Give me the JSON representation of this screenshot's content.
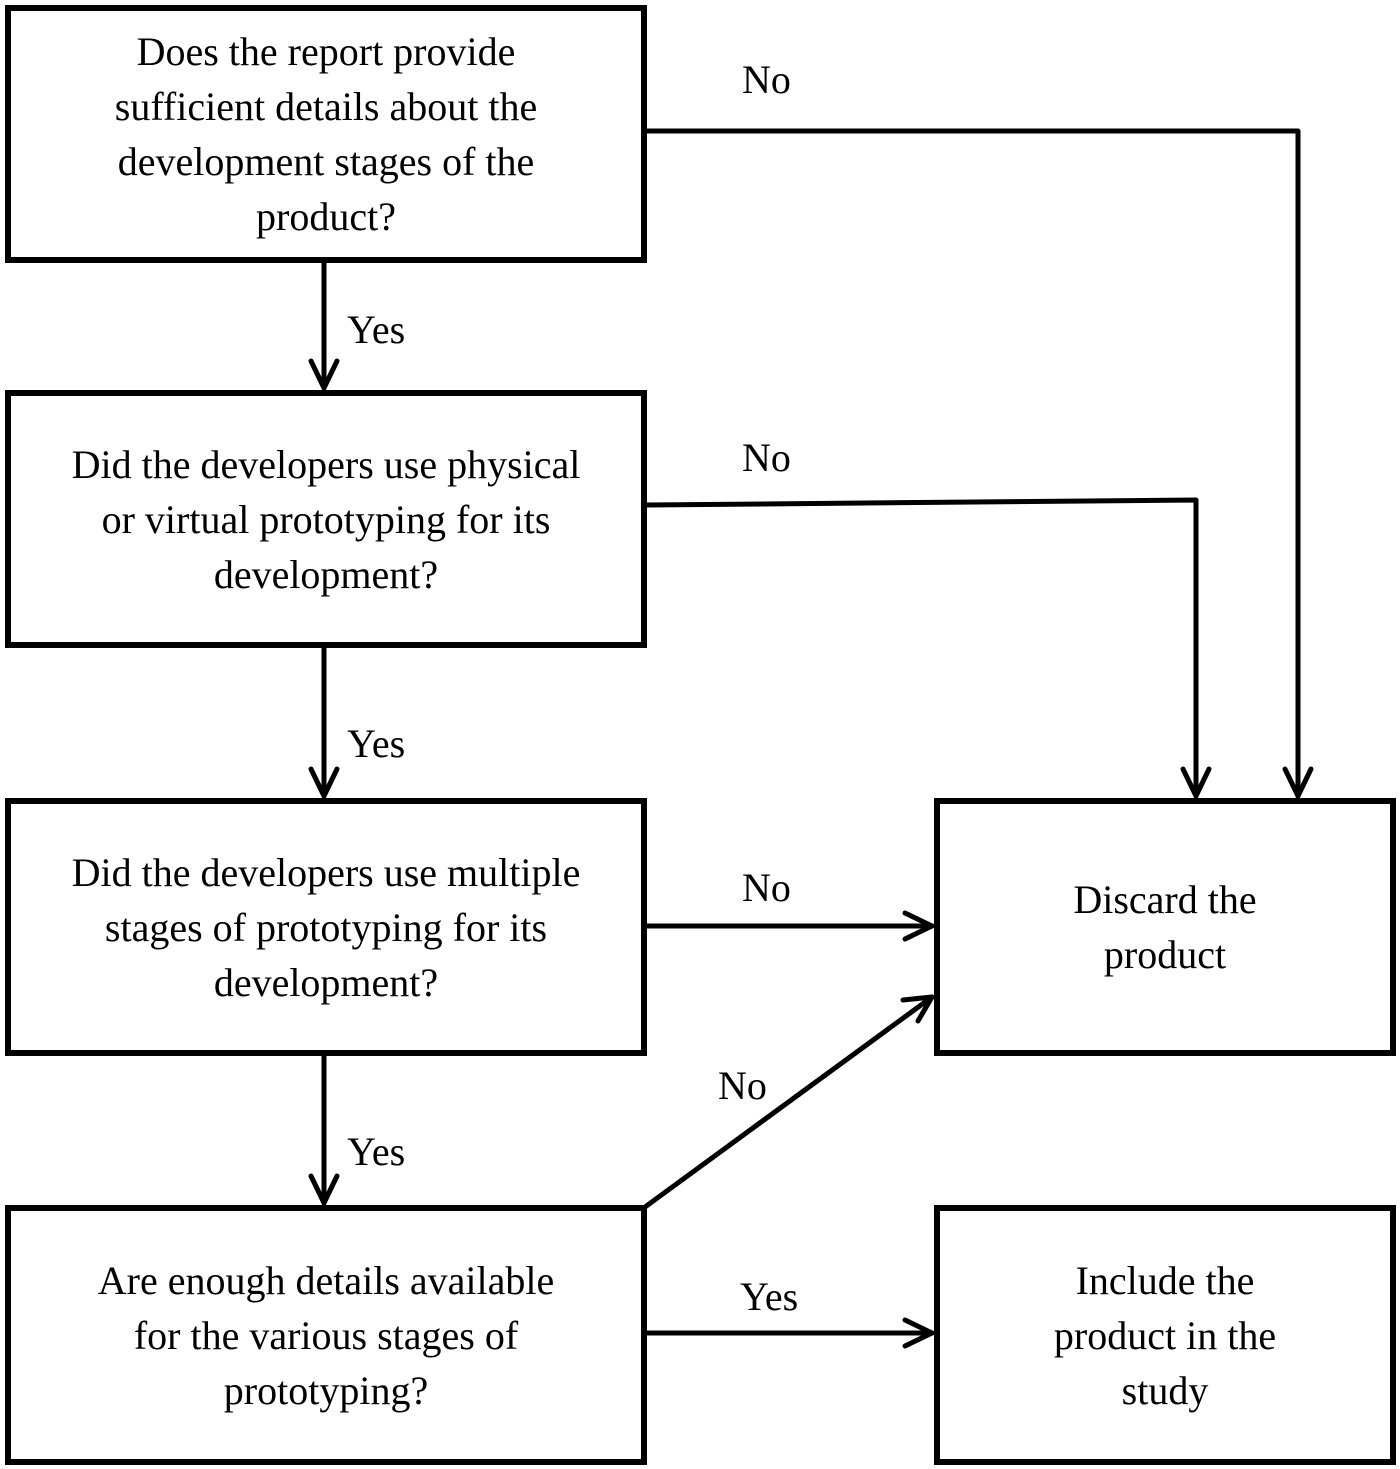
{
  "nodes": {
    "q1": "Does the report provide\nsufficient details about the\ndevelopment stages of the\nproduct?",
    "q2": "Did the developers use physical\nor virtual prototyping for its\ndevelopment?",
    "q3": "Did the developers use multiple\nstages of prototyping for its\ndevelopment?",
    "q4": "Are enough details available\nfor the various stages of\nprototyping?",
    "discard": "Discard the\nproduct",
    "include": "Include the\nproduct in the\nstudy"
  },
  "edges": {
    "q1_no": "No",
    "q1_yes": "Yes",
    "q2_no": "No",
    "q2_yes": "Yes",
    "q3_no": "No",
    "q3_yes": "Yes",
    "q4_no": "No",
    "q4_yes": "Yes"
  },
  "colors": {
    "line": "#000000",
    "background": "#ffffff"
  }
}
